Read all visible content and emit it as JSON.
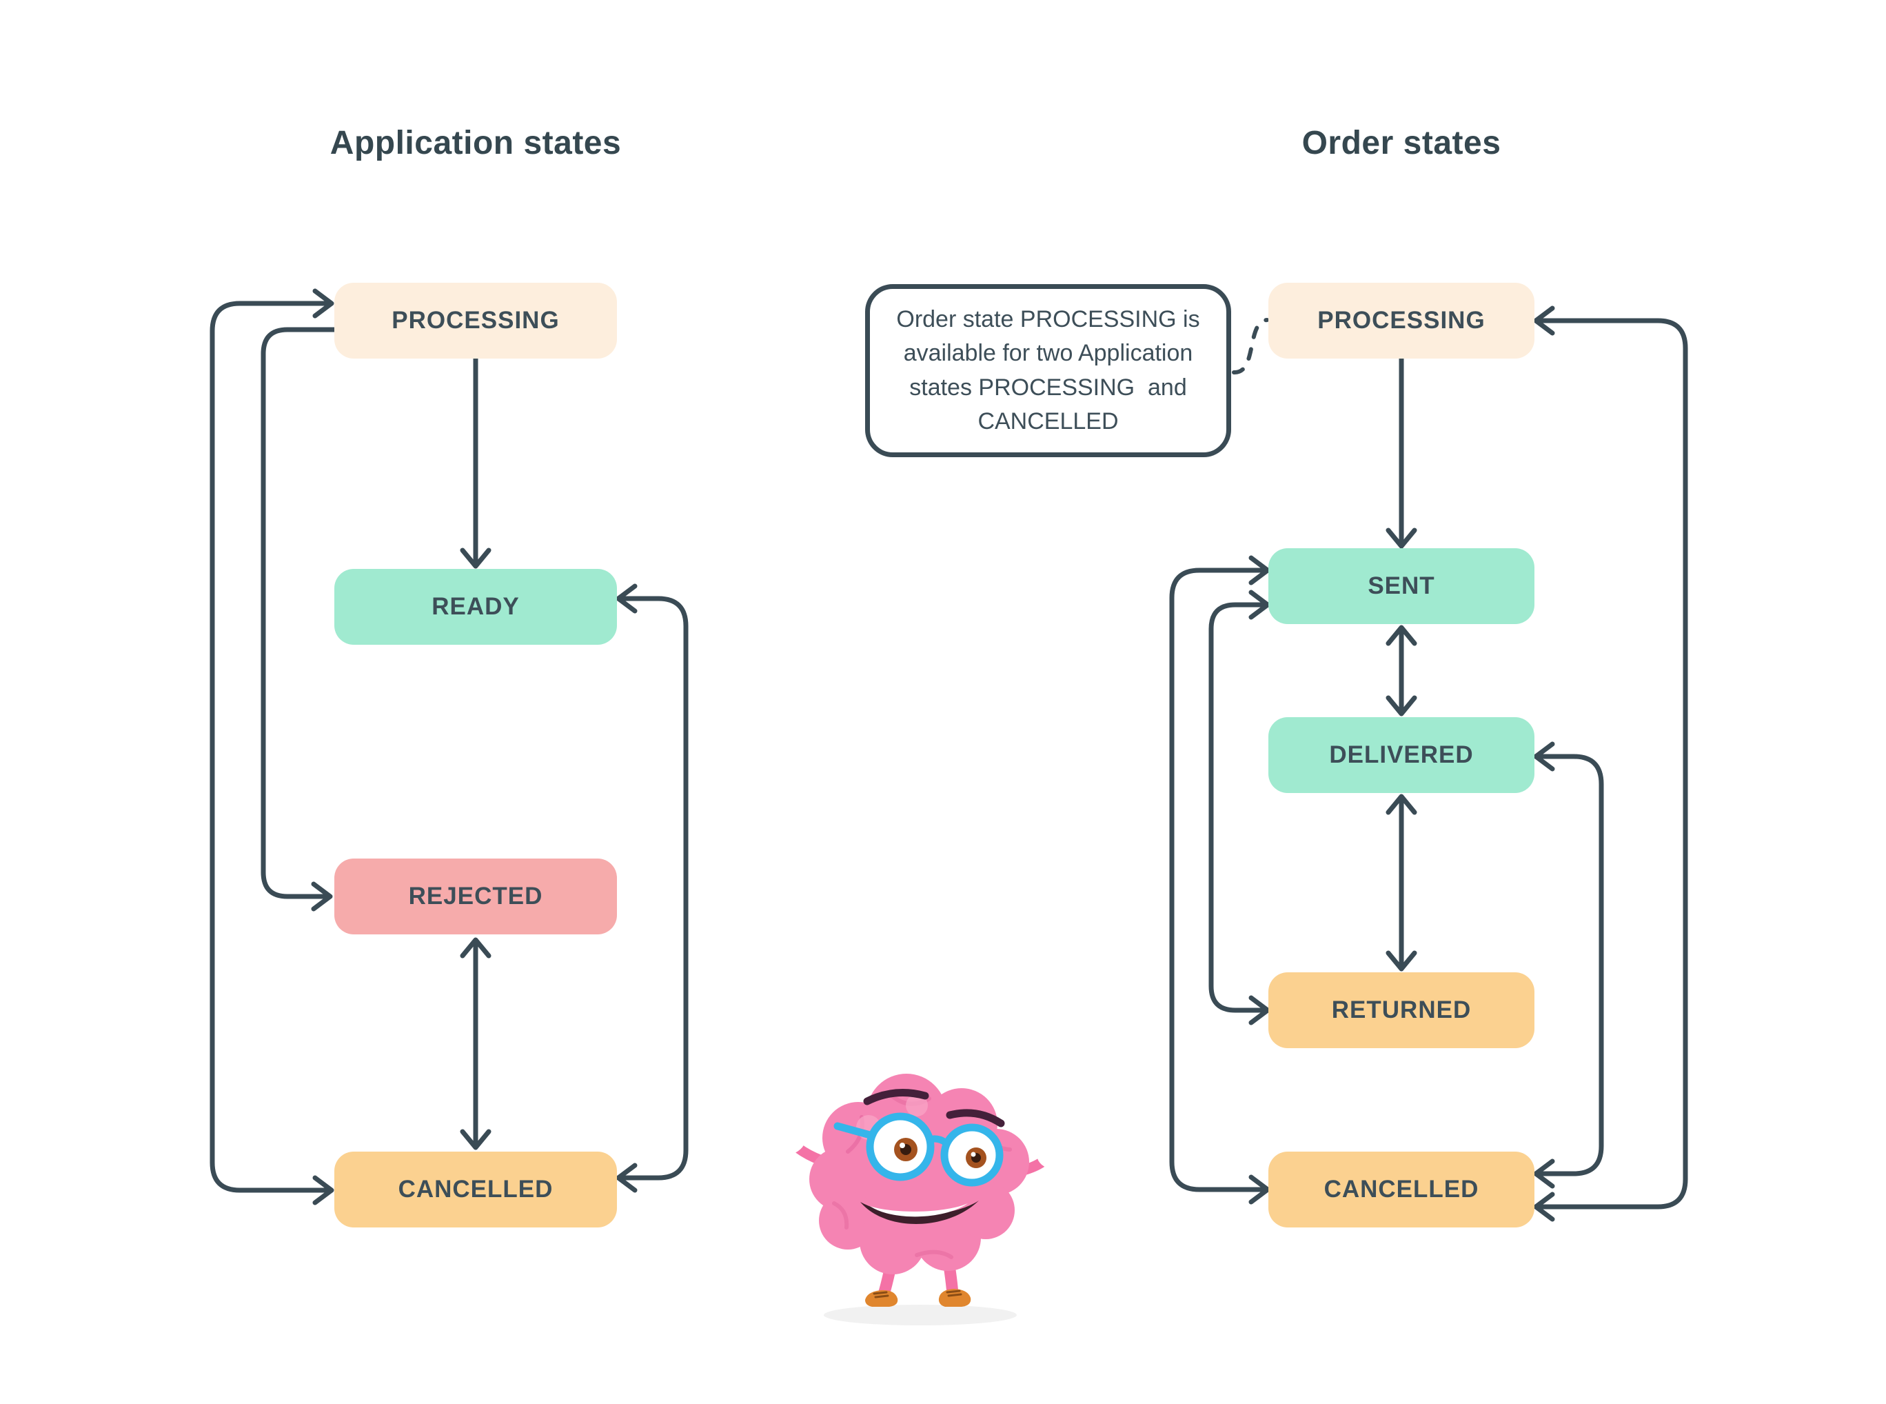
{
  "application_states": {
    "title": "Application states",
    "nodes": [
      {
        "label": "PROCESSING",
        "color": "cream"
      },
      {
        "label": "READY",
        "color": "mint"
      },
      {
        "label": "REJECTED",
        "color": "pink"
      },
      {
        "label": "CANCELLED",
        "color": "orange"
      }
    ],
    "edges": [
      {
        "from": "PROCESSING",
        "to": "READY",
        "bidirectional": false
      },
      {
        "from": "PROCESSING",
        "to": "REJECTED",
        "bidirectional": false
      },
      {
        "from": "REJECTED",
        "to": "CANCELLED",
        "bidirectional": true
      },
      {
        "from": "READY",
        "to": "CANCELLED",
        "bidirectional": true
      },
      {
        "from": "PROCESSING",
        "to": "CANCELLED",
        "bidirectional": true
      }
    ]
  },
  "order_states": {
    "title": "Order states",
    "nodes": [
      {
        "label": "PROCESSING",
        "color": "cream"
      },
      {
        "label": "SENT",
        "color": "mint"
      },
      {
        "label": "DELIVERED",
        "color": "mint"
      },
      {
        "label": "RETURNED",
        "color": "orange"
      },
      {
        "label": "CANCELLED",
        "color": "orange"
      }
    ],
    "edges": [
      {
        "from": "PROCESSING",
        "to": "SENT",
        "bidirectional": false
      },
      {
        "from": "SENT",
        "to": "DELIVERED",
        "bidirectional": true
      },
      {
        "from": "DELIVERED",
        "to": "RETURNED",
        "bidirectional": true
      },
      {
        "from": "SENT",
        "to": "RETURNED",
        "bidirectional": true
      },
      {
        "from": "SENT",
        "to": "CANCELLED",
        "bidirectional": true
      },
      {
        "from": "DELIVERED",
        "to": "CANCELLED",
        "bidirectional": true
      },
      {
        "from": "PROCESSING",
        "to": "CANCELLED",
        "bidirectional": true
      }
    ]
  },
  "callout": {
    "lines": [
      "Order state PROCESSING is",
      "available for two Application",
      "states PROCESSING  and",
      "CANCELLED"
    ]
  },
  "colors": {
    "cream": "#fdeedd",
    "mint": "#a0ead0",
    "pink": "#f6abab",
    "orange": "#fbd190",
    "line": "#3a4b55",
    "text": "#3d4e58",
    "glasses_blue": "#35b5ea",
    "brain_pink": "#f47fb0",
    "shoe_orange": "#e0862e"
  },
  "illustration": {
    "name": "brain-character-with-glasses"
  }
}
